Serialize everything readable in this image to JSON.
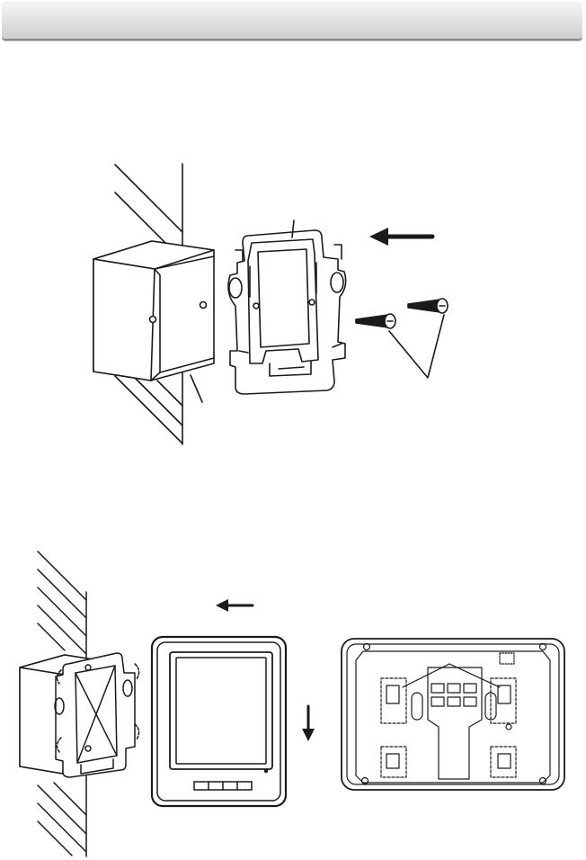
{
  "header": {
    "title": ""
  },
  "figures": [
    {
      "id": "fig-box-plate-screws",
      "icons": [
        "wall-hatch",
        "junction-box",
        "mounting-plate",
        "screw",
        "arrow-left"
      ]
    },
    {
      "id": "fig-monitor-mount",
      "icons": [
        "wall-hatch",
        "junction-box",
        "mounting-plate",
        "monitor-front",
        "monitor-back",
        "arrow-left",
        "arrow-down"
      ]
    }
  ]
}
